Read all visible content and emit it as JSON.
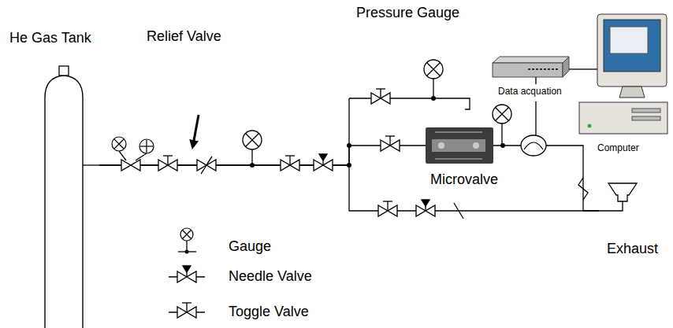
{
  "diagram": {
    "nodes": [
      {
        "text": [
          "He Gas Tank"
        ]
      },
      {
        "text": [
          "Data acquation"
        ]
      },
      {
        "text": [
          "Computer"
        ]
      },
      {
        "text": [
          "Microvalve"
        ]
      },
      {
        "text": [
          "Exhaust"
        ]
      }
    ],
    "edges": [
      {
        "from": 0,
        "to": 3,
        "arrow": "none"
      },
      {
        "from": 0,
        "to": 4,
        "arrow": "none"
      },
      {
        "from": 3,
        "to": 4,
        "arrow": "none"
      },
      {
        "from": 1,
        "to": 2,
        "arrow": "none"
      }
    ],
    "labels": [
      "Pressure Gauge",
      "Relief Valve"
    ],
    "legend": [
      {
        "text": "Gauge"
      },
      {
        "text": "Needle Valve"
      },
      {
        "text": "Toggle Valve"
      }
    ]
  }
}
